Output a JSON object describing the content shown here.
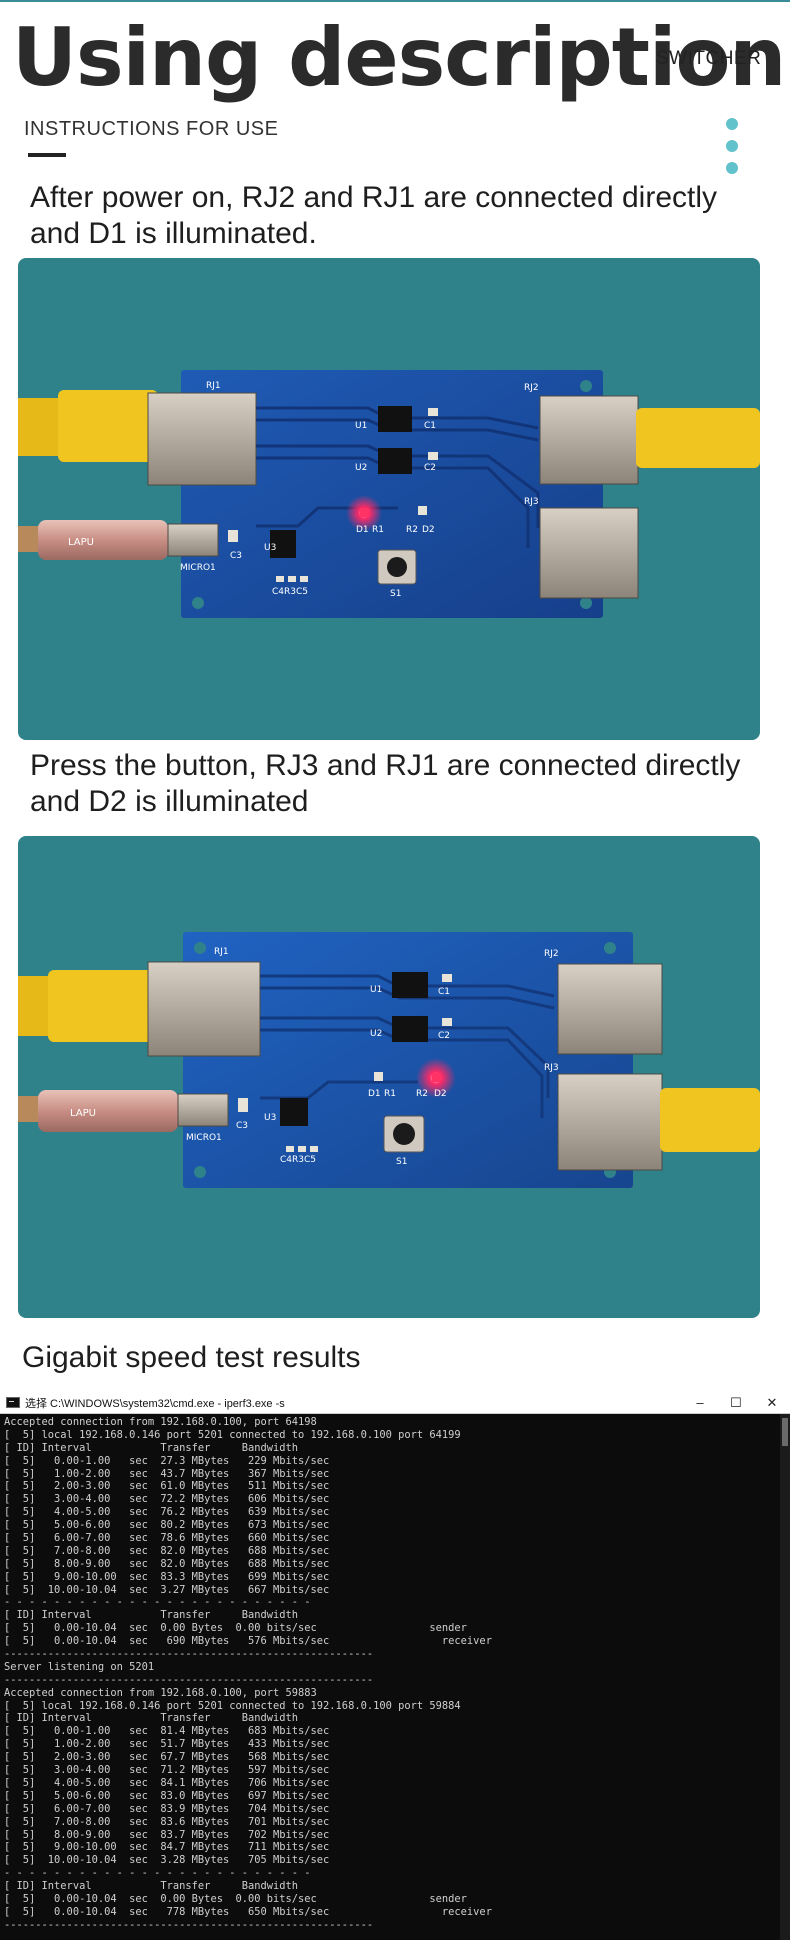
{
  "header": {
    "title": "Using description",
    "category": "SWITCHER",
    "subtitle": "INSTRUCTIONS FOR USE"
  },
  "sections": [
    {
      "caption": "After power on, RJ2 and RJ1 are connected directly and D1 is illuminated.",
      "board_labels": [
        "RJ1",
        "RJ2",
        "RJ3",
        "U1",
        "U2",
        "U3",
        "C1",
        "C2",
        "C3",
        "D1",
        "R1",
        "R2",
        "D2",
        "S1",
        "MICRO1",
        "C4R3C5",
        "LAPU"
      ],
      "lit_led": "D1"
    },
    {
      "caption": "Press the button, RJ3 and RJ1 are connected directly and D2 is illuminated",
      "board_labels": [
        "RJ1",
        "RJ2",
        "RJ3",
        "U1",
        "U2",
        "U3",
        "C1",
        "C2",
        "C3",
        "D1",
        "R1",
        "R2",
        "D2",
        "S1",
        "MICRO1",
        "C4R3C5",
        "LAPU"
      ],
      "lit_led": "D2"
    },
    {
      "caption": "Gigabit speed test results"
    }
  ],
  "terminal": {
    "icon": "cmd-icon",
    "window_title": "选择 C:\\WINDOWS\\system32\\cmd.exe - iperf3.exe  -s",
    "controls": [
      "–",
      "☐",
      "✕"
    ],
    "lines": [
      "Accepted connection from 192.168.0.100, port 64198",
      "[  5] local 192.168.0.146 port 5201 connected to 192.168.0.100 port 64199",
      "[ ID] Interval           Transfer     Bandwidth",
      "[  5]   0.00-1.00   sec  27.3 MBytes   229 Mbits/sec",
      "[  5]   1.00-2.00   sec  43.7 MBytes   367 Mbits/sec",
      "[  5]   2.00-3.00   sec  61.0 MBytes   511 Mbits/sec",
      "[  5]   3.00-4.00   sec  72.2 MBytes   606 Mbits/sec",
      "[  5]   4.00-5.00   sec  76.2 MBytes   639 Mbits/sec",
      "[  5]   5.00-6.00   sec  80.2 MBytes   673 Mbits/sec",
      "[  5]   6.00-7.00   sec  78.6 MBytes   660 Mbits/sec",
      "[  5]   7.00-8.00   sec  82.0 MBytes   688 Mbits/sec",
      "[  5]   8.00-9.00   sec  82.0 MBytes   688 Mbits/sec",
      "[  5]   9.00-10.00  sec  83.3 MBytes   699 Mbits/sec",
      "[  5]  10.00-10.04  sec  3.27 MBytes   667 Mbits/sec",
      "- - - - - - - - - - - - - - - - - - - - - - - - -",
      "[ ID] Interval           Transfer     Bandwidth",
      "[  5]   0.00-10.04  sec  0.00 Bytes  0.00 bits/sec                  sender",
      "[  5]   0.00-10.04  sec   690 MBytes   576 Mbits/sec                  receiver",
      "-----------------------------------------------------------",
      "Server listening on 5201",
      "-----------------------------------------------------------",
      "Accepted connection from 192.168.0.100, port 59883",
      "[  5] local 192.168.0.146 port 5201 connected to 192.168.0.100 port 59884",
      "[ ID] Interval           Transfer     Bandwidth",
      "[  5]   0.00-1.00   sec  81.4 MBytes   683 Mbits/sec",
      "[  5]   1.00-2.00   sec  51.7 MBytes   433 Mbits/sec",
      "[  5]   2.00-3.00   sec  67.7 MBytes   568 Mbits/sec",
      "[  5]   3.00-4.00   sec  71.2 MBytes   597 Mbits/sec",
      "[  5]   4.00-5.00   sec  84.1 MBytes   706 Mbits/sec",
      "[  5]   5.00-6.00   sec  83.0 MBytes   697 Mbits/sec",
      "[  5]   6.00-7.00   sec  83.9 MBytes   704 Mbits/sec",
      "[  5]   7.00-8.00   sec  83.6 MBytes   701 Mbits/sec",
      "[  5]   8.00-9.00   sec  83.7 MBytes   702 Mbits/sec",
      "[  5]   9.00-10.00  sec  84.7 MBytes   711 Mbits/sec",
      "[  5]  10.00-10.04  sec  3.28 MBytes   705 Mbits/sec",
      "- - - - - - - - - - - - - - - - - - - - - - - - -",
      "[ ID] Interval           Transfer     Bandwidth",
      "[  5]   0.00-10.04  sec  0.00 Bytes  0.00 bits/sec                  sender",
      "[  5]   0.00-10.04  sec   778 MBytes   650 Mbits/sec                  receiver",
      "-----------------------------------------------------------"
    ]
  },
  "colors": {
    "accent_teal": "#62c2cc",
    "photo_bg": "#2f8289",
    "pcb_blue": "#1c4fa3",
    "cable_yellow": "#f1c51f",
    "led_red": "#ff2255",
    "terminal_bg": "#0c0c0c"
  }
}
